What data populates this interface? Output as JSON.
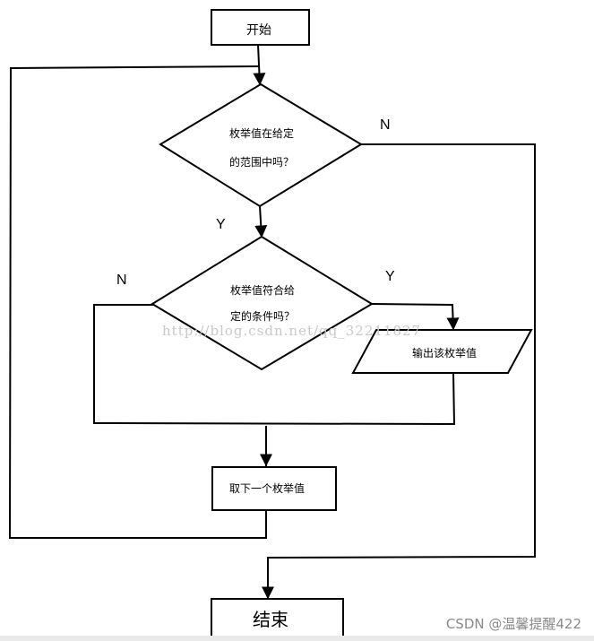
{
  "nodes": {
    "start": "开始",
    "decision1": [
      "枚举值在给定",
      "的范围中吗？"
    ],
    "decision2": [
      "枚举值符合给",
      "定的条件吗？"
    ],
    "output": "输出该枚举值",
    "next": "取下一个枚举值",
    "end": "结束"
  },
  "edges": {
    "d1_no": "N",
    "d1_yes": "Y",
    "d2_no": "N",
    "d2_yes": "Y"
  },
  "watermark": "http://blog.csdn.net/qq_32211827",
  "credit": "CSDN @温馨提醒422"
}
